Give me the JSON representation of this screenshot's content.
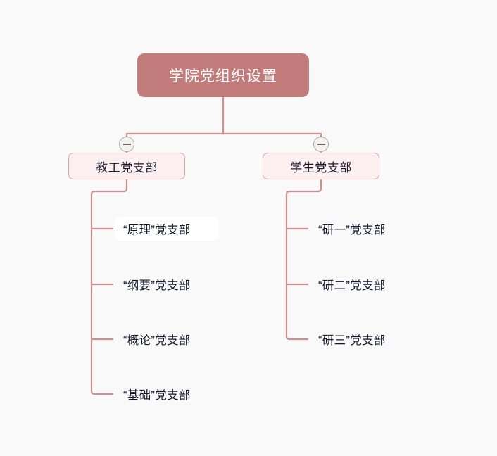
{
  "diagram": {
    "title": "学院党组织设置",
    "background_color": "#f9f9f9",
    "accent_color": "#c27b7b",
    "line_color": "#cc8e8e",
    "root": {
      "label": "学院党组织设置"
    },
    "branches": [
      {
        "label": "教工党支部",
        "toggle_icon": "minus-circle-icon",
        "toggle_state": "expanded",
        "children": [
          {
            "label": "“原理”党支部",
            "selected": true
          },
          {
            "label": "“纲要”党支部",
            "selected": false
          },
          {
            "label": "“概论”党支部",
            "selected": false
          },
          {
            "label": "“基础”党支部",
            "selected": false
          }
        ]
      },
      {
        "label": "学生党支部",
        "toggle_icon": "minus-circle-icon",
        "toggle_state": "expanded",
        "children": [
          {
            "label": "“研一”党支部",
            "selected": false
          },
          {
            "label": "“研二”党支部",
            "selected": false
          },
          {
            "label": "“研三”党支部",
            "selected": false
          }
        ]
      }
    ]
  }
}
